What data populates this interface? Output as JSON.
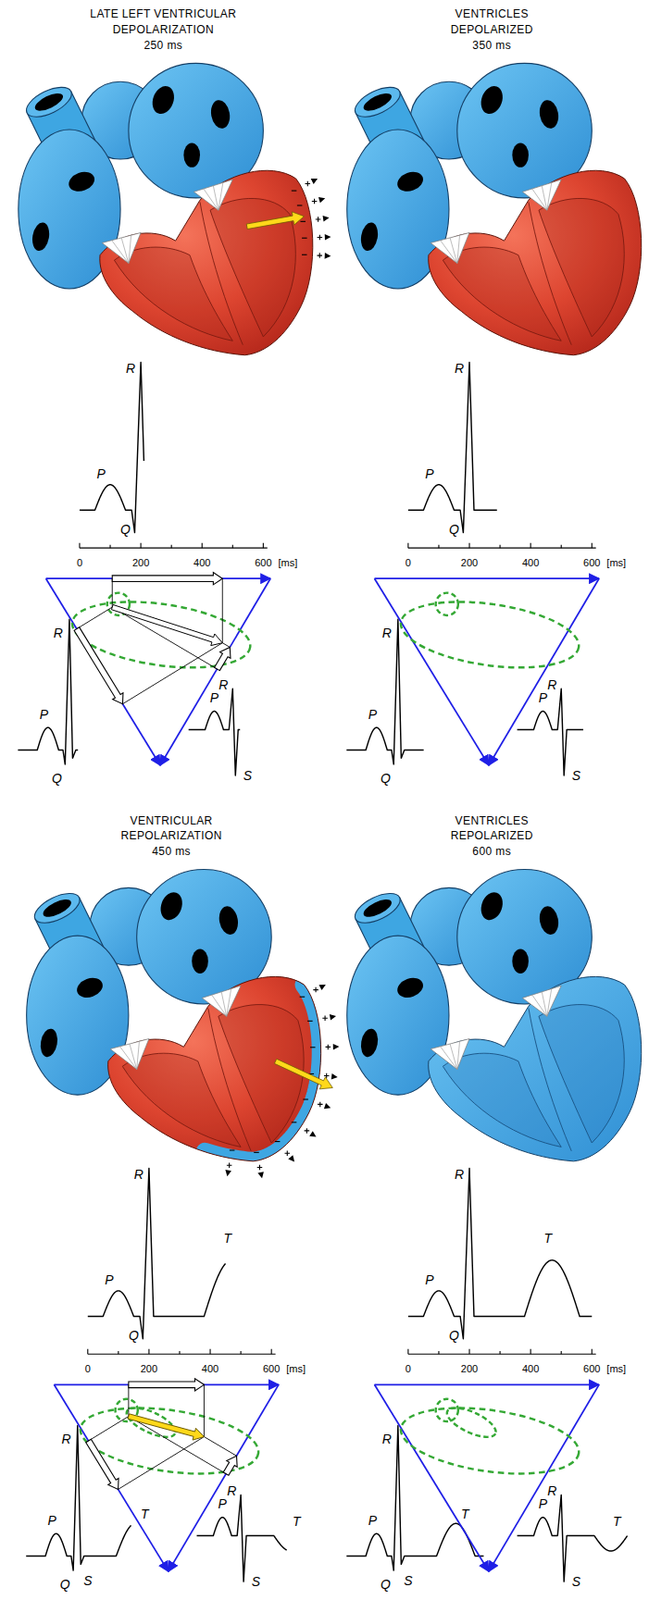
{
  "diagram": {
    "labels": [
      "LATE LEFT VENTRICULAR",
      "DEPOLARIZATION",
      "250 ms",
      "R",
      "P",
      "Q",
      "0",
      "200",
      "400",
      "600",
      "[ms]",
      "R",
      "P",
      "Q",
      "R",
      "P",
      "S",
      "VENTRICLES",
      "DEPOLARIZED",
      "350 ms",
      "R",
      "P",
      "Q",
      "0",
      "200",
      "400",
      "600",
      "[ms]",
      "R",
      "P",
      "Q",
      "R",
      "P",
      "S",
      "VENTRICULAR",
      "REPOLARIZATION",
      "450 ms",
      "R",
      "P",
      "Q",
      "T",
      "0",
      "200",
      "400",
      "600",
      "[ms]",
      "R",
      "P",
      "Q",
      "S",
      "T",
      "R",
      "P",
      "S",
      "T",
      "VENTRICLES",
      "REPOLARIZED",
      "600 ms",
      "R",
      "P",
      "Q",
      "T",
      "0",
      "200",
      "400",
      "600",
      "[ms]",
      "R",
      "P",
      "Q",
      "S",
      "T",
      "R",
      "P",
      "S",
      "T"
    ]
  }
}
